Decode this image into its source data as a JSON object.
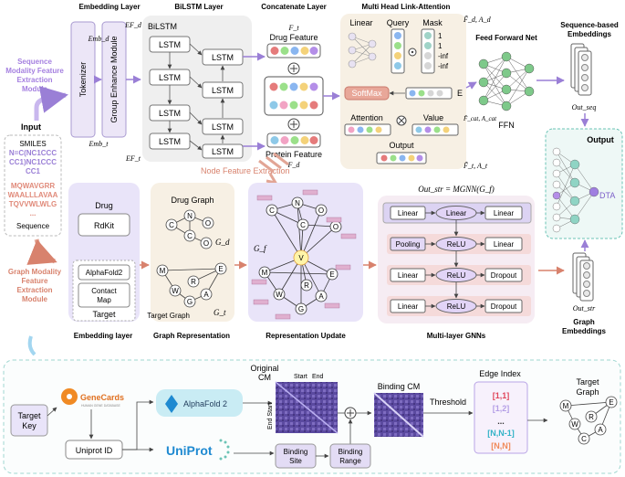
{
  "titles": {
    "embedding_layer": "Embedding Layer",
    "bilstm_layer": "BiLSTM Layer",
    "concatenate_layer": "Concatenate Layer",
    "multi_head": "Multi Head Link-Attention",
    "seq_module": [
      "Sequence",
      "Modality Feature",
      "Extraction",
      "Module"
    ],
    "graph_module": [
      "Graph Modality",
      "Feature",
      "Extraction",
      "Module"
    ],
    "ffn_title": "Feed Forward Net",
    "seq_embeddings": [
      "Sequence-based",
      "Embeddings"
    ],
    "graph_embeddings": [
      "Graph",
      "Embeddings"
    ],
    "node_feature": "Node Feature Extraction"
  },
  "input": {
    "title": "Input",
    "smiles_label": "SMILES",
    "smiles_lines": [
      "N=C(NC1CCC",
      "CC1)NC1CCC",
      "CC1"
    ],
    "seq_lines": [
      "MQWAVGRR",
      "WAALLLAVAA",
      "TQVVWLWLG",
      "..."
    ],
    "sequence_label": "Sequence"
  },
  "embedding": {
    "tokenizer": "Tokenizer",
    "group_enhance": "Group Enhance Module",
    "emb_d": "Emb_d",
    "emb_t": "Emb_t",
    "ef_d": "EF_d",
    "ef_t": "EF_t"
  },
  "bilstm": {
    "title": "BiLSTM",
    "cell": "LSTM"
  },
  "concat": {
    "f_t": "F_t",
    "f_d": "F_d",
    "drug_feature": "Drug Feature",
    "protein_feature": "Protein Feature"
  },
  "attention": {
    "linear": "Linear",
    "query": "Query",
    "mask": "Mask",
    "mask_values": [
      "1",
      "1",
      "-inf",
      "-inf"
    ],
    "softmax": "SoftMax",
    "e": "E",
    "attention": "Attention",
    "value": "Value",
    "output": "Output",
    "fd_ad": "F̃_d, A_d",
    "fcat_acat": "F̃_cat, A_cat",
    "ft_at": "F̃_t, A_t"
  },
  "ffn": {
    "label": "FFN"
  },
  "outputs": {
    "out_seq": "Out_seq",
    "out_str": "Out_str",
    "output": "Output",
    "dta": "DTA"
  },
  "graph": {
    "drug": "Drug",
    "rdkit": "RdKit",
    "alphafold2": "AlphaFold2",
    "contact_map": [
      "Contact",
      "Map"
    ],
    "target": "Target",
    "drug_graph": "Drug Graph",
    "target_graph": "Target Graph",
    "g_d": "G_d",
    "g_t": "G_t",
    "g_f": "G_f",
    "embedding_layer": "Embedding layer",
    "graph_representation": "Graph Representation",
    "representation_update": "Representation Update",
    "multi_layer_gnns": "Multi-layer GNNs",
    "mgnn_formula": "Out_str = MGNN(G_f)",
    "drug_nodes": [
      "C",
      "N",
      "O",
      "C",
      "O"
    ],
    "target_nodes": [
      "M",
      "E",
      "R",
      "W",
      "A",
      "G"
    ],
    "fused_nodes": [
      "C",
      "N",
      "O",
      "C",
      "O",
      "V",
      "M",
      "E",
      "R",
      "W",
      "A",
      "G"
    ]
  },
  "gnn": {
    "rows": [
      [
        "Linear",
        "Linear",
        "Linear"
      ],
      [
        "Pooling",
        "ReLU",
        "Linear"
      ],
      [
        "Linear",
        "ReLU",
        "Dropout"
      ],
      [
        "Linear",
        "ReLU",
        "Dropout"
      ]
    ]
  },
  "bottom": {
    "target_key": [
      "Target",
      "Key"
    ],
    "genecards": "GeneCards",
    "genecards_sub": "HUMAN GENE DATABASE",
    "alphafold": "AlphaFold 2",
    "uniprot_id": "Uniprot ID",
    "uniprot": "UniProt",
    "original_cm": [
      "Original",
      "CM"
    ],
    "start": "Start",
    "end": "End",
    "binding_site": [
      "Binding",
      "Site"
    ],
    "binding_range": [
      "Binding",
      "Range"
    ],
    "binding_cm": "Binding CM",
    "threshold": "Threshold",
    "edge_index": "Edge Index",
    "edges": [
      "[1,1]",
      "[1,2]",
      "...",
      "[N,N-1]",
      "[N,N]"
    ],
    "target_graph": [
      "Target",
      "Graph"
    ],
    "tg_nodes": [
      "M",
      "E",
      "R",
      "W",
      "C",
      "A"
    ]
  },
  "colors": {
    "purple": "#8f6fd6",
    "salmon": "#d8826d",
    "lavender": "#ece6f7",
    "teal": "#6bc3b6",
    "dta": "#9f7fe0",
    "blue": "#1f8ad1",
    "orange": "#e07020"
  }
}
